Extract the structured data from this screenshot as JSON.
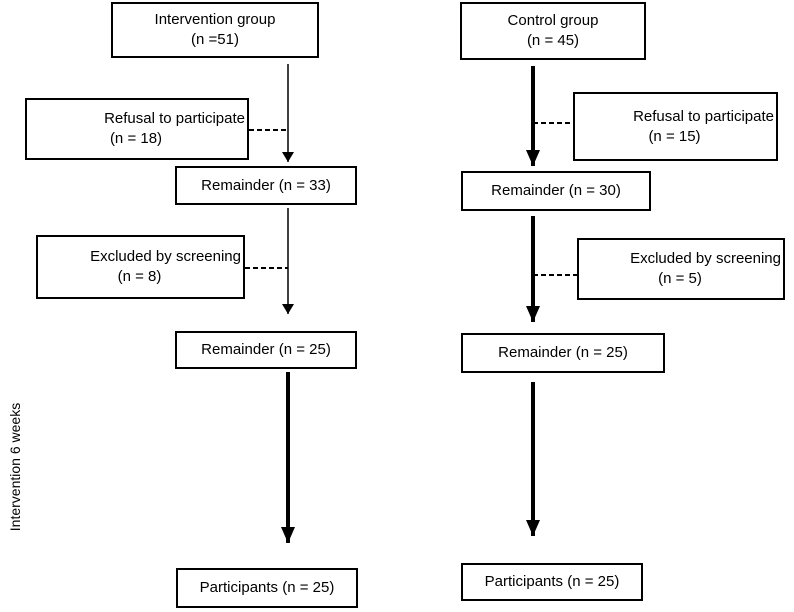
{
  "intervention": {
    "start": {
      "title": "Intervention group",
      "count": "(n =51)"
    },
    "refusal": {
      "title": "Refusal to participate",
      "count": "(n = 18)"
    },
    "remainder1": {
      "label": "Remainder (n = 33)"
    },
    "excluded": {
      "title": "Excluded by screening",
      "count": "(n = 8)"
    },
    "remainder2": {
      "label": "Remainder (n = 25)"
    },
    "participants": {
      "label": "Participants (n = 25)"
    }
  },
  "control": {
    "start": {
      "title": "Control group",
      "count": "(n = 45)"
    },
    "refusal": {
      "title": "Refusal to participate",
      "count": "(n = 15)"
    },
    "remainder1": {
      "label": "Remainder (n = 30)"
    },
    "excluded": {
      "title": "Excluded by screening",
      "count": "(n = 5)"
    },
    "remainder2": {
      "label": "Remainder (n = 25)"
    },
    "participants": {
      "label": "Participants (n = 25)"
    }
  },
  "side_label": "Intervention 6 weeks",
  "colors": {
    "line": "#000000",
    "background": "#ffffff"
  }
}
